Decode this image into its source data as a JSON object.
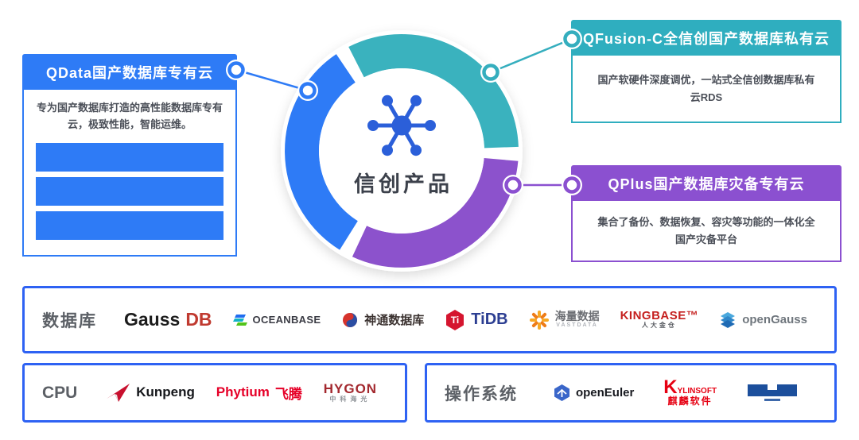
{
  "center": {
    "label": "信创产品",
    "icon": "hub-network-icon",
    "icon_color": "#2B5FD9"
  },
  "chart_data": {
    "type": "donut",
    "title": "信创产品",
    "segments": [
      {
        "name": "teal",
        "color": "#3AB2BE",
        "links_to": "QFusion-C全信创国产数据库私有云"
      },
      {
        "name": "purple",
        "color": "#8C52CC",
        "links_to": "QPlus国产数据库灾备专有云"
      },
      {
        "name": "blue",
        "color": "#2E7BF6",
        "links_to": "QData国产数据库专有云"
      }
    ]
  },
  "qdata": {
    "title": "QData国产数据库专有云",
    "description": "专为国产数据库打造的高性能数据库专有云，极致性能，智能运维。",
    "accent": "#2E7BF6",
    "feature_bar_count": 3
  },
  "qfusion": {
    "title": "QFusion-C全信创国产数据库私有云",
    "description": "国产软硬件深度调优，一站式全信创数据库私有云RDS",
    "accent": "#2FAEBF"
  },
  "qplus": {
    "title": "QPlus国产数据库灾备专有云",
    "description": "集合了备份、数据恢复、容灾等功能的一体化全国产灾备平台",
    "accent": "#8B50D0"
  },
  "rows": {
    "border_color": "#2E62F3",
    "database": {
      "label": "数据库",
      "logos": [
        {
          "id": "gaussdb",
          "part1": "Gauss",
          "part2": "DB"
        },
        {
          "id": "oceanbase",
          "text": "OCEANBASE",
          "icon": "oceanbase-stack-icon"
        },
        {
          "id": "shentong",
          "text": "神通数据库",
          "icon": "shentong-circle-icon"
        },
        {
          "id": "tidb",
          "text": "TiDB",
          "icon_label": "Ti",
          "icon": "tidb-cube-icon"
        },
        {
          "id": "vastdata",
          "text": "海量数据",
          "subtext": "VASTDATA",
          "icon": "vastdata-sun-icon"
        },
        {
          "id": "kingbase",
          "text": "KINGBASE™",
          "subtext": "人大金仓"
        },
        {
          "id": "opengauss",
          "text": "openGauss",
          "icon": "opengauss-layers-icon"
        }
      ]
    },
    "cpu": {
      "label": "CPU",
      "logos": [
        {
          "id": "kunpeng",
          "text": "Kunpeng",
          "icon": "kunpeng-bird-icon"
        },
        {
          "id": "phytium",
          "part1": "Phytium",
          "part2": "飞腾"
        },
        {
          "id": "hygon",
          "text": "HYGON",
          "subtext": "中科海光"
        }
      ]
    },
    "os": {
      "label": "操作系统",
      "logos": [
        {
          "id": "openeuler",
          "text": "openEuler",
          "icon": "openeuler-hexagon-icon"
        },
        {
          "id": "kylinsoft",
          "part1": "K",
          "part2": "YLINSOFT",
          "subtext": "麒麟软件"
        },
        {
          "id": "blueblocks",
          "icon": "blue-blocks-logo"
        }
      ]
    }
  }
}
